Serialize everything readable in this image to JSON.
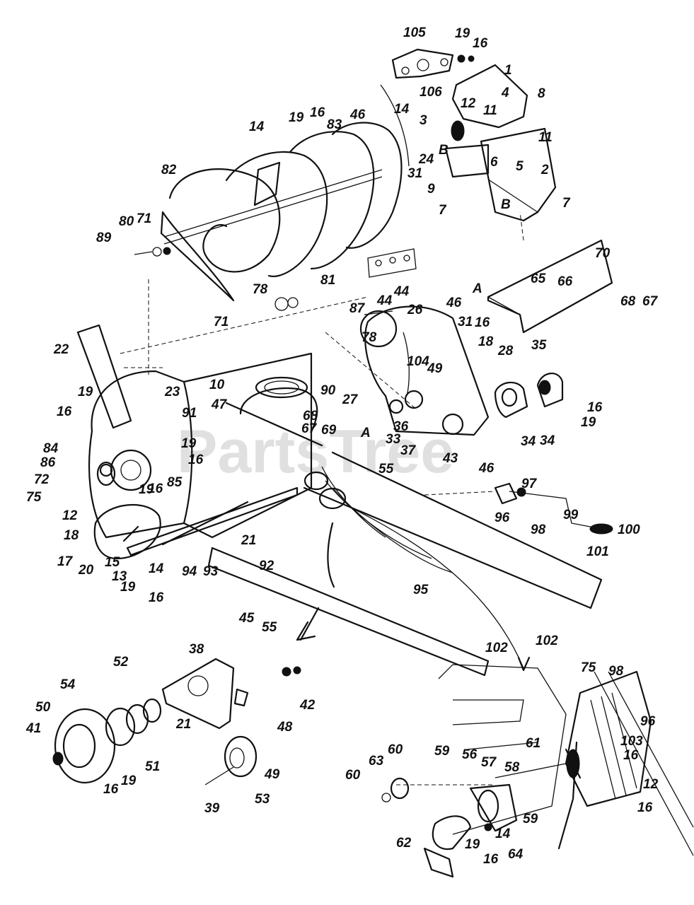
{
  "watermark": "PartsTree",
  "callouts": [
    {
      "text": "105"
    },
    {
      "text": "19"
    },
    {
      "text": "16"
    },
    {
      "text": "1"
    },
    {
      "text": "106"
    },
    {
      "text": "14"
    },
    {
      "text": "4"
    },
    {
      "text": "8"
    },
    {
      "text": "12"
    },
    {
      "text": "11"
    },
    {
      "text": "11"
    },
    {
      "text": "3"
    },
    {
      "text": "B"
    },
    {
      "text": "5"
    },
    {
      "text": "2"
    },
    {
      "text": "24"
    },
    {
      "text": "6"
    },
    {
      "text": "31"
    },
    {
      "text": "9"
    },
    {
      "text": "7"
    },
    {
      "text": "B"
    },
    {
      "text": "7"
    },
    {
      "text": "14"
    },
    {
      "text": "19"
    },
    {
      "text": "16"
    },
    {
      "text": "83"
    },
    {
      "text": "46"
    },
    {
      "text": "82"
    },
    {
      "text": "80"
    },
    {
      "text": "71"
    },
    {
      "text": "89"
    },
    {
      "text": "81"
    },
    {
      "text": "78"
    },
    {
      "text": "44"
    },
    {
      "text": "70"
    },
    {
      "text": "65"
    },
    {
      "text": "66"
    },
    {
      "text": "A"
    },
    {
      "text": "68"
    },
    {
      "text": "67"
    },
    {
      "text": "71"
    },
    {
      "text": "87"
    },
    {
      "text": "44"
    },
    {
      "text": "26"
    },
    {
      "text": "46"
    },
    {
      "text": "31"
    },
    {
      "text": "16"
    },
    {
      "text": "18"
    },
    {
      "text": "28"
    },
    {
      "text": "35"
    },
    {
      "text": "78"
    },
    {
      "text": "104"
    },
    {
      "text": "49"
    },
    {
      "text": "22"
    },
    {
      "text": "19"
    },
    {
      "text": "23"
    },
    {
      "text": "10"
    },
    {
      "text": "90"
    },
    {
      "text": "27"
    },
    {
      "text": "16"
    },
    {
      "text": "16"
    },
    {
      "text": "19"
    },
    {
      "text": "34"
    },
    {
      "text": "47"
    },
    {
      "text": "91"
    },
    {
      "text": "68"
    },
    {
      "text": "A"
    },
    {
      "text": "67"
    },
    {
      "text": "69"
    },
    {
      "text": "36"
    },
    {
      "text": "19"
    },
    {
      "text": "33"
    },
    {
      "text": "37"
    },
    {
      "text": "34"
    },
    {
      "text": "16"
    },
    {
      "text": "43"
    },
    {
      "text": "46"
    },
    {
      "text": "84"
    },
    {
      "text": "55"
    },
    {
      "text": "86"
    },
    {
      "text": "19"
    },
    {
      "text": "16"
    },
    {
      "text": "85"
    },
    {
      "text": "72"
    },
    {
      "text": "75"
    },
    {
      "text": "12"
    },
    {
      "text": "97"
    },
    {
      "text": "96"
    },
    {
      "text": "99"
    },
    {
      "text": "18"
    },
    {
      "text": "21"
    },
    {
      "text": "92"
    },
    {
      "text": "98"
    },
    {
      "text": "100"
    },
    {
      "text": "101"
    },
    {
      "text": "17"
    },
    {
      "text": "20"
    },
    {
      "text": "15"
    },
    {
      "text": "13"
    },
    {
      "text": "14"
    },
    {
      "text": "19"
    },
    {
      "text": "16"
    },
    {
      "text": "94"
    },
    {
      "text": "93"
    },
    {
      "text": "95"
    },
    {
      "text": "102"
    },
    {
      "text": "45"
    },
    {
      "text": "55"
    },
    {
      "text": "102"
    },
    {
      "text": "38"
    },
    {
      "text": "52"
    },
    {
      "text": "54"
    },
    {
      "text": "42"
    },
    {
      "text": "48"
    },
    {
      "text": "50"
    },
    {
      "text": "41"
    },
    {
      "text": "21"
    },
    {
      "text": "16"
    },
    {
      "text": "19"
    },
    {
      "text": "51"
    },
    {
      "text": "49"
    },
    {
      "text": "39"
    },
    {
      "text": "53"
    },
    {
      "text": "75"
    },
    {
      "text": "98"
    },
    {
      "text": "96"
    },
    {
      "text": "103"
    },
    {
      "text": "61"
    },
    {
      "text": "16"
    },
    {
      "text": "60"
    },
    {
      "text": "63"
    },
    {
      "text": "59"
    },
    {
      "text": "56"
    },
    {
      "text": "57"
    },
    {
      "text": "58"
    },
    {
      "text": "60"
    },
    {
      "text": "12"
    },
    {
      "text": "16"
    },
    {
      "text": "59"
    },
    {
      "text": "14"
    },
    {
      "text": "62"
    },
    {
      "text": "19"
    },
    {
      "text": "16"
    },
    {
      "text": "64"
    }
  ]
}
